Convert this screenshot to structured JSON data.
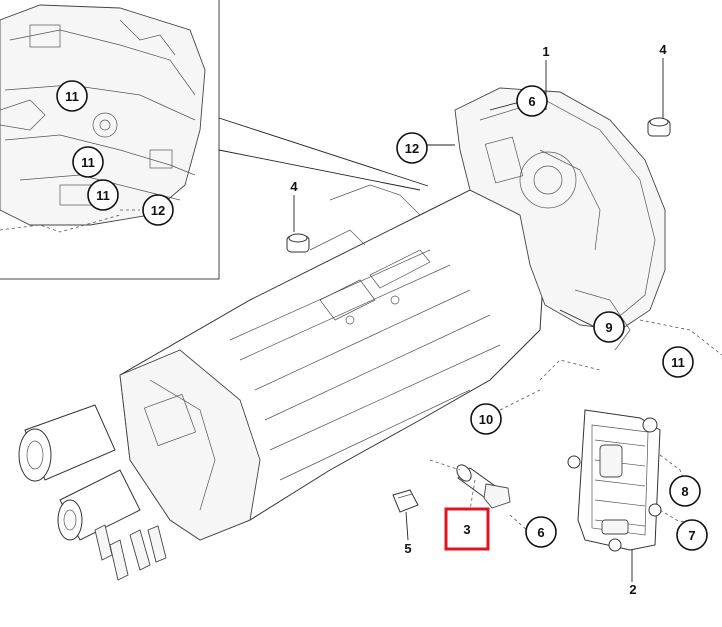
{
  "callouts": {
    "inset_11_a": "11",
    "inset_11_b": "11",
    "inset_11_c": "11",
    "inset_12": "12",
    "part_1": "1",
    "part_2": "2",
    "part_3": "3",
    "part_4_right": "4",
    "part_4_left": "4",
    "part_5": "5",
    "part_6": "6",
    "part_7": "7",
    "part_8": "8",
    "part_9": "9",
    "part_10": "10",
    "part_11": "11",
    "part_12": "12"
  },
  "highlight": {
    "selected_part": "3",
    "color": "#e0141e"
  }
}
